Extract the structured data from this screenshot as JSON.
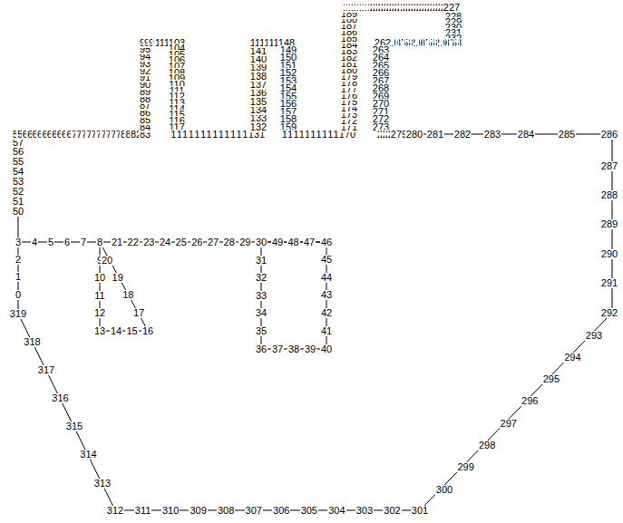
{
  "diagram": {
    "labels": [
      "0",
      "1",
      "2",
      "3",
      "4",
      "5",
      "6",
      "7",
      "8",
      "9",
      "10",
      "11",
      "12",
      "13",
      "14",
      "15",
      "16",
      "17",
      "18",
      "19",
      "20",
      "21",
      "22",
      "23",
      "24",
      "25",
      "26",
      "27",
      "28",
      "29",
      "30",
      "31",
      "32",
      "33",
      "34",
      "35",
      "36",
      "37",
      "38",
      "39",
      "40",
      "41",
      "42",
      "43",
      "44",
      "45",
      "46",
      "47",
      "48",
      "49",
      "50",
      "51",
      "52",
      "53",
      "54",
      "55",
      "56",
      "57",
      "58",
      "59",
      "60",
      "61",
      "62",
      "63",
      "64",
      "65",
      "66",
      "67",
      "68",
      "69",
      "70",
      "71",
      "72",
      "73",
      "74",
      "75",
      "76",
      "77",
      "78",
      "79",
      "80",
      "81",
      "82",
      "83",
      "84",
      "85",
      "86",
      "87",
      "88",
      "89",
      "90",
      "91",
      "92",
      "93",
      "94",
      "95",
      "96",
      "97",
      "98",
      "99",
      "100",
      "101",
      "102",
      "103",
      "104",
      "105",
      "106",
      "107",
      "108",
      "109",
      "110",
      "111",
      "112",
      "113",
      "114",
      "115",
      "116",
      "117",
      "118",
      "119",
      "120",
      "121",
      "122",
      "123",
      "124",
      "125",
      "126",
      "127",
      "128",
      "129",
      "130",
      "131",
      "132",
      "133",
      "134",
      "135",
      "136",
      "137",
      "138",
      "139",
      "140",
      "141",
      "142",
      "143",
      "144",
      "145",
      "146",
      "147",
      "148",
      "149",
      "150",
      "151",
      "152",
      "153",
      "154",
      "155",
      "156",
      "157",
      "158",
      "159",
      "160",
      "161",
      "162",
      "163",
      "164",
      "165",
      "166",
      "167",
      "168",
      "169",
      "170",
      "171",
      "172",
      "173",
      "174",
      "175",
      "176",
      "177",
      "178",
      "179",
      "180",
      "181",
      "182",
      "183",
      "184",
      "185",
      "186",
      "187",
      "188",
      "189",
      "190",
      "191",
      "192",
      "193",
      "194",
      "195",
      "196",
      "197",
      "198",
      "199",
      "200",
      "201",
      "202",
      "203",
      "204",
      "205",
      "206",
      "207",
      "208",
      "209",
      "210",
      "211",
      "212",
      "213",
      "214",
      "215",
      "216",
      "217",
      "218",
      "219",
      "220",
      "221",
      "222",
      "223",
      "224",
      "225",
      "226",
      "227",
      "228",
      "229",
      "230",
      "231",
      "232",
      "233",
      "234",
      "235",
      "236",
      "237",
      "238",
      "239",
      "240",
      "241",
      "242",
      "243",
      "244",
      "245",
      "246",
      "247",
      "248",
      "249",
      "250",
      "251",
      "252",
      "253",
      "254",
      "255",
      "256",
      "257",
      "258",
      "259",
      "260",
      "261",
      "262",
      "263",
      "264",
      "265",
      "266",
      "267",
      "268",
      "269",
      "270",
      "271",
      "272",
      "273",
      "274",
      "275",
      "276",
      "277",
      "278",
      "279",
      "280",
      "281",
      "282",
      "283",
      "284",
      "285",
      "286",
      "287",
      "288",
      "289",
      "290",
      "291",
      "292",
      "293",
      "294",
      "295",
      "296",
      "297",
      "298",
      "299",
      "300",
      "301",
      "302",
      "303",
      "304",
      "305",
      "306",
      "307",
      "308",
      "309",
      "310",
      "311",
      "312",
      "313",
      "314",
      "315",
      "316",
      "317",
      "318",
      "319"
    ]
  }
}
